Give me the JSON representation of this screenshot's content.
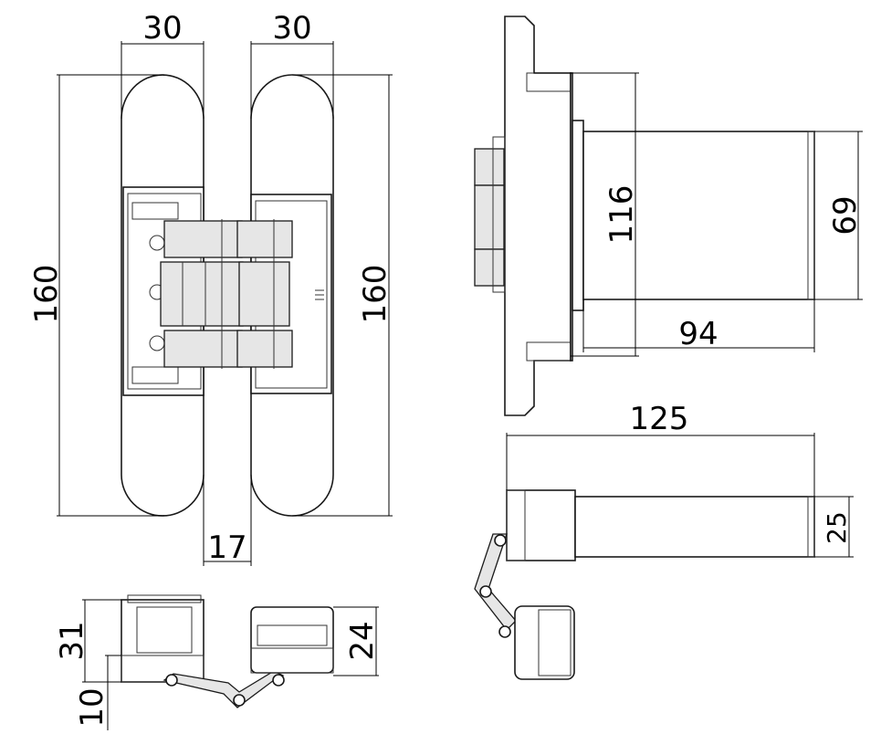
{
  "dimensions": {
    "front_plate_width_left": "30",
    "front_plate_width_right": "30",
    "front_height_left": "160",
    "front_height_right": "160",
    "front_gap": "17",
    "side_body_height": "116",
    "side_depth": "94",
    "side_inner_height": "69",
    "top_length": "125",
    "top_thickness": "25",
    "bottom_left_height": "31",
    "bottom_left_offset": "10",
    "bottom_right_height": "24"
  },
  "colors": {
    "line": "#1a1a1a",
    "fill_light": "#e6e6e6",
    "background": "#ffffff"
  }
}
